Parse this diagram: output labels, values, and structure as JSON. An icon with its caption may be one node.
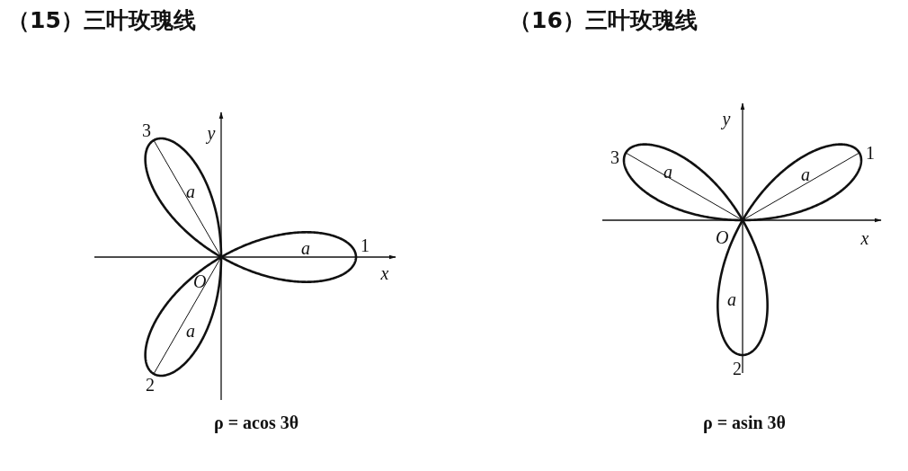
{
  "diagram": {
    "labels": [
      "（15）三叶玫瑰线",
      "（16）三叶玫瑰线",
      "y",
      "3",
      "a",
      "a",
      "1",
      "x",
      "O",
      "a",
      "2",
      "ρ = acos 3θ",
      "y",
      "3",
      "1",
      "a",
      "a",
      "x",
      "O",
      "a",
      "2",
      "ρ = asin 3θ"
    ]
  }
}
